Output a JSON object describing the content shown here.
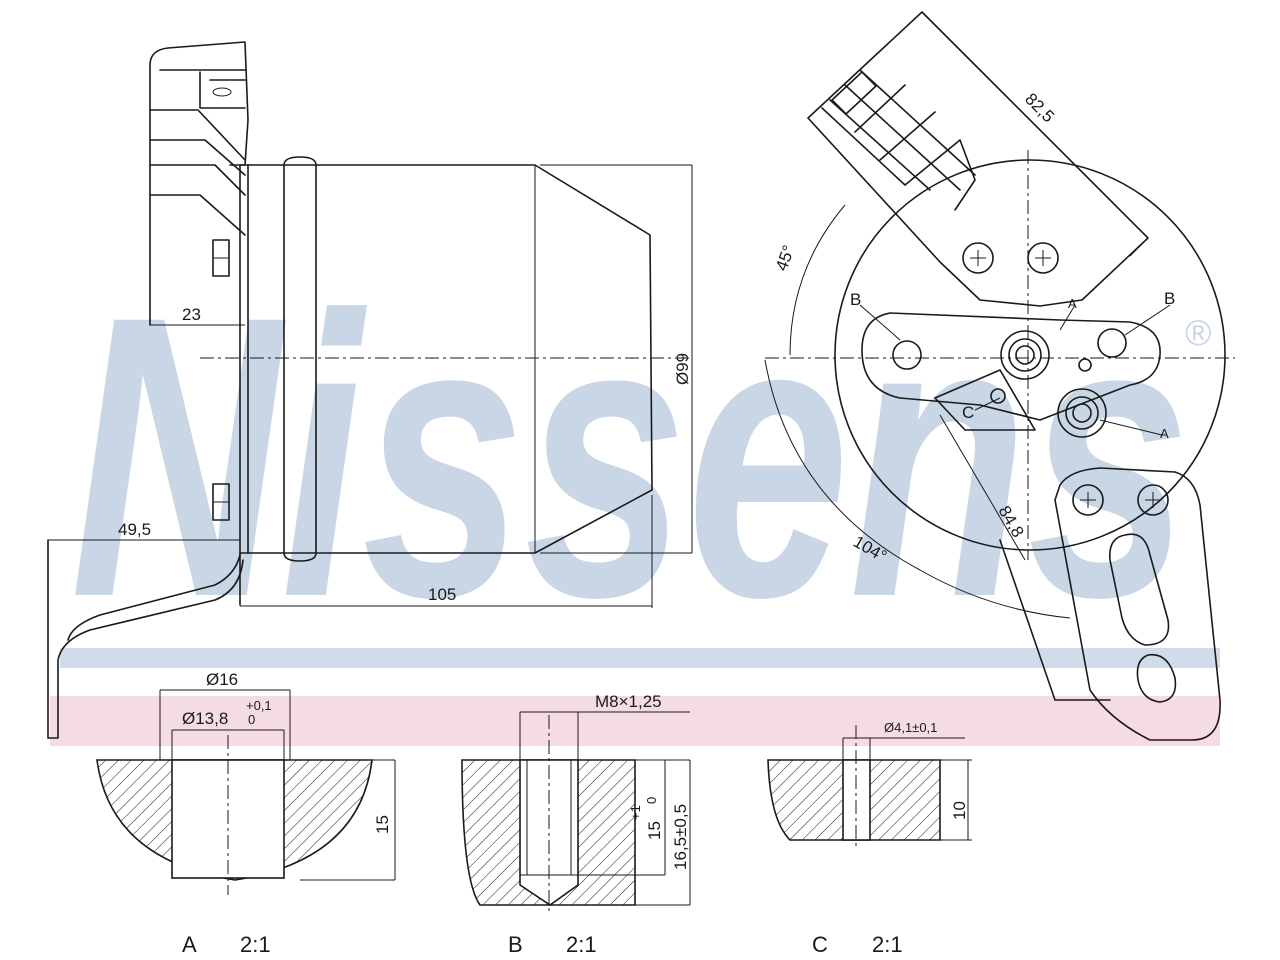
{
  "brand": {
    "text": "Nissens",
    "registered": "®",
    "color": "#c9d6e6",
    "stripe_color": "#f3d6dd"
  },
  "dimensions": {
    "bracket_offset": "23",
    "diameter": "Ø99",
    "bottom_bracket": "49,5",
    "length": "105",
    "top_arm": "82,5",
    "angle_top": "45°",
    "angle_bottom": "104°",
    "lower_arm": "84,8"
  },
  "views": {
    "A": {
      "name": "A",
      "scale": "2:1",
      "outer_d": "Ø16",
      "inner_d": "Ø13,8",
      "tol_up": "+0,1",
      "tol_dn": "0",
      "depth": "15"
    },
    "B": {
      "name": "B",
      "scale": "2:1",
      "thread": "M8×1,25",
      "depth1": "15",
      "tol1_up": "+1",
      "tol1_dn": "0",
      "depth2": "16,5±0,5"
    },
    "C": {
      "name": "C",
      "scale": "2:1",
      "hole_d": "Ø4,1±0,1",
      "depth": "10"
    }
  },
  "markers": {
    "a": "A",
    "b": "B",
    "c": "C"
  }
}
